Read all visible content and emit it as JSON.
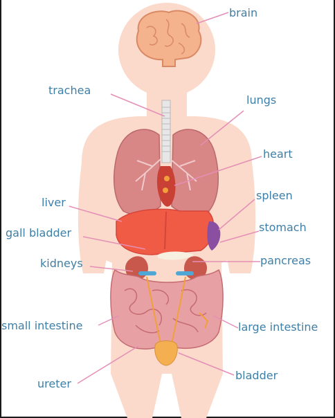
{
  "diagram": {
    "labels": {
      "brain": "brain",
      "trachea": "trachea",
      "lungs": "lungs",
      "heart": "heart",
      "liver": "liver",
      "spleen": "spleen",
      "gall_bladder": "gall bladder",
      "stomach": "stomach",
      "kidneys": "kidneys",
      "pancreas": "pancreas",
      "small_intestine": "small intestine",
      "large_intestine": "large intestine",
      "ureter": "ureter",
      "bladder": "bladder"
    },
    "colors": {
      "label_text": "#3f7fa6",
      "leader_line": "#e48fb6",
      "body_skin": "#fbd9cb",
      "lungs": "#d98786",
      "liver": "#f05b45",
      "brain": "#f4b28d",
      "kidneys": "#c8584c",
      "intestine": "#e7a0a3",
      "bladder": "#f4b050",
      "stomach": "#8b4fa1"
    }
  }
}
